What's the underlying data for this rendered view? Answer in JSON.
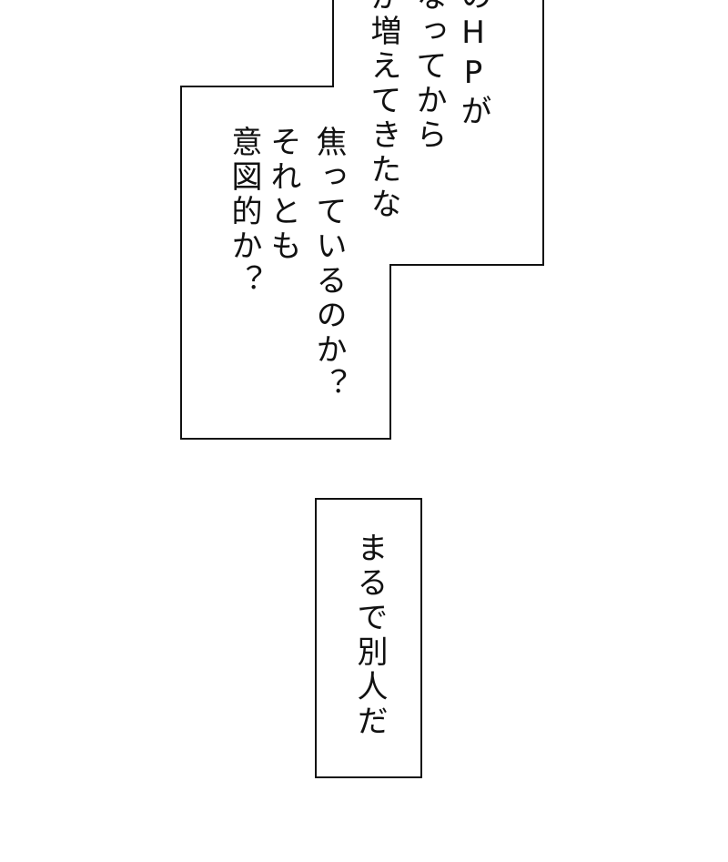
{
  "balloon_1": {
    "lines": [
      "のHPが",
      "なってから",
      "が増えてきたな",
      "焦っているのか？",
      "それとも",
      "意図的か？"
    ]
  },
  "balloon_2": {
    "lines": [
      "まるで別人だ"
    ]
  },
  "colors": {
    "ink": "#111111",
    "paper": "#ffffff"
  }
}
